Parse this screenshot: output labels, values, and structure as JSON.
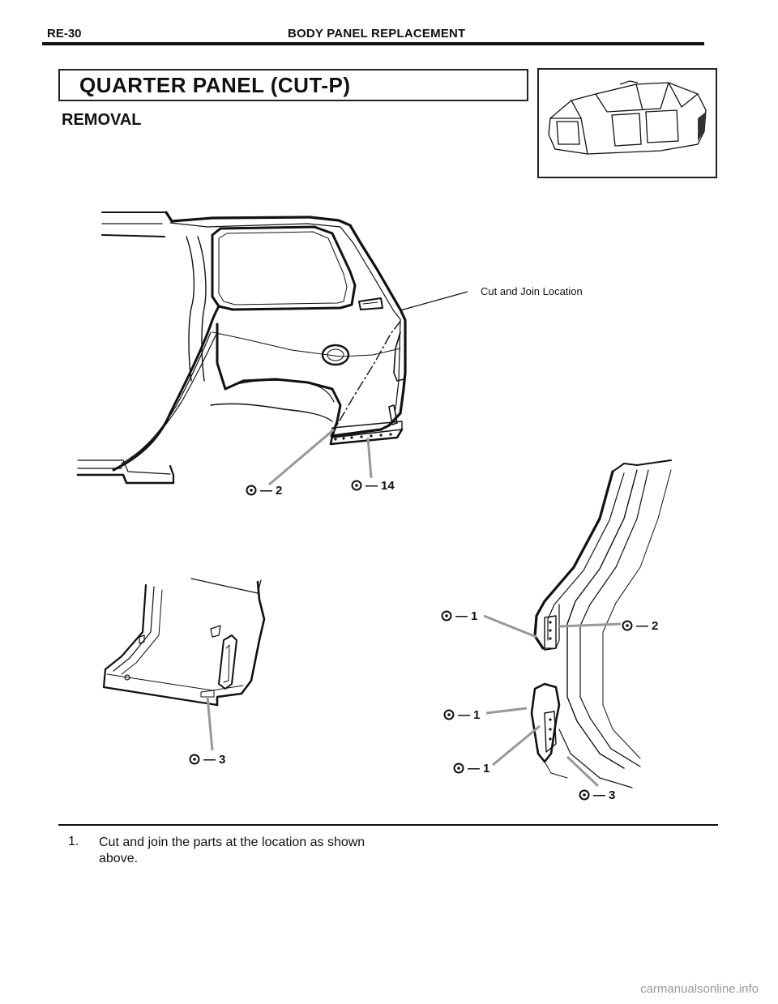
{
  "header": {
    "page_code": "RE-30",
    "running_title": "BODY PANEL REPLACEMENT"
  },
  "title": "QUARTER PANEL  (CUT-P)",
  "section": "REMOVAL",
  "figure": {
    "callout": "Cut and Join Location",
    "weld_symbol_icon": "spot-weld-icon",
    "main_view_welds": [
      {
        "count": "2"
      },
      {
        "count": "14"
      }
    ],
    "lower_left_welds": [
      {
        "count": "3"
      }
    ],
    "lower_right_welds": [
      {
        "count": "1"
      },
      {
        "count": "2"
      },
      {
        "count": "1"
      },
      {
        "count": "1"
      },
      {
        "count": "3"
      }
    ]
  },
  "steps": [
    {
      "number": "1.",
      "text": "Cut and join the parts at the location as shown above."
    }
  ],
  "watermark": "carmanualsonline.info"
}
